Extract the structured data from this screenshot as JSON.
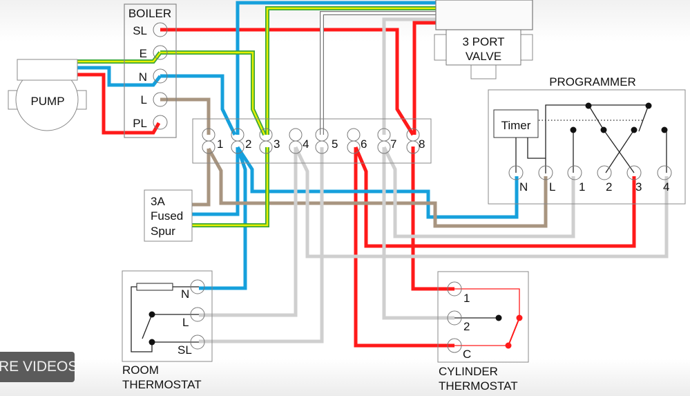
{
  "colors": {
    "live": "#ff1a1a",
    "neutral": "#16a0dc",
    "earth_green": "#3aa63a",
    "earth_yellow": "#e6f000",
    "brown": "#a89580",
    "grey": "#cfcfcf",
    "outline": "#888888"
  },
  "boiler": {
    "title": "BOILER",
    "terminals": [
      "SL",
      "E",
      "N",
      "L",
      "PL"
    ]
  },
  "pump": {
    "label": "PUMP"
  },
  "valve": {
    "line1": "3 PORT",
    "line2": "VALVE"
  },
  "junction_box": {
    "terminals": [
      "1",
      "2",
      "3",
      "4",
      "5",
      "6",
      "7",
      "8"
    ]
  },
  "fused_spur": {
    "line1": "3A",
    "line2": "Fused",
    "line3": "Spur"
  },
  "programmer": {
    "title": "PROGRAMMER",
    "timer_label": "Timer",
    "terminals": [
      "N",
      "L",
      "1",
      "2",
      "3",
      "4"
    ]
  },
  "room_thermostat": {
    "line1": "ROOM",
    "line2": "THERMOSTAT",
    "terminals": [
      "N",
      "L",
      "SL"
    ]
  },
  "cylinder_thermostat": {
    "line1": "CYLINDER",
    "line2": "THERMOSTAT",
    "terminals": [
      "1",
      "2",
      "C"
    ]
  },
  "overlay": {
    "more_videos": "RE VIDEOS"
  }
}
